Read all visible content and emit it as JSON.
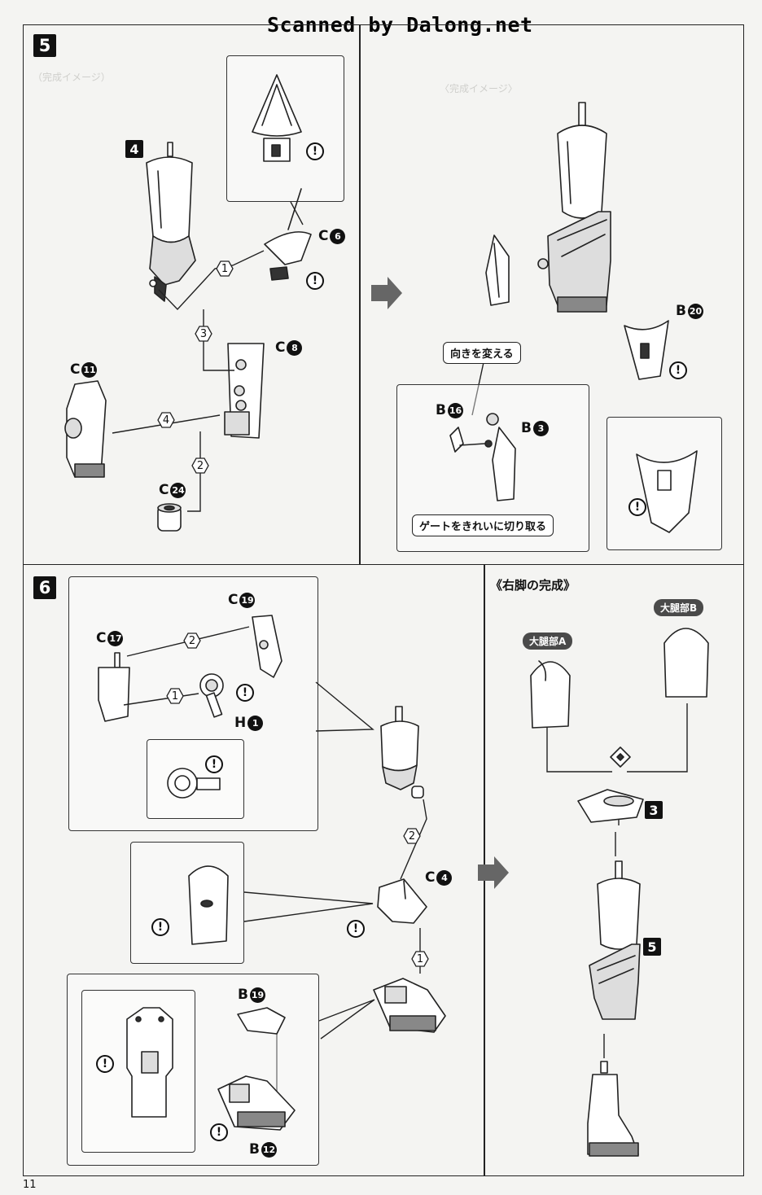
{
  "watermark": "Scanned by Dalong.net",
  "page_number": "11",
  "step5": {
    "number": "5",
    "sub_ref": "4",
    "parts": {
      "c6": {
        "letter": "C",
        "num": "6"
      },
      "c8": {
        "letter": "C",
        "num": "8"
      },
      "c11": {
        "letter": "C",
        "num": "11"
      },
      "c24": {
        "letter": "C",
        "num": "24"
      },
      "b20": {
        "letter": "B",
        "num": "20"
      },
      "b16": {
        "letter": "B",
        "num": "16"
      },
      "b3": {
        "letter": "B",
        "num": "3"
      }
    },
    "sequence": [
      "1",
      "3",
      "4",
      "2"
    ],
    "notes": {
      "change_direction": "向きを変える",
      "cut_gate": "ゲートをきれいに切り取る"
    }
  },
  "step6": {
    "number": "6",
    "parts": {
      "c19": {
        "letter": "C",
        "num": "19"
      },
      "c17": {
        "letter": "C",
        "num": "17"
      },
      "h1": {
        "letter": "H",
        "num": "1"
      },
      "c4": {
        "letter": "C",
        "num": "4"
      },
      "b19": {
        "letter": "B",
        "num": "19"
      },
      "b12": {
        "letter": "B",
        "num": "12"
      }
    },
    "sequence": [
      "2",
      "1",
      "2",
      "1"
    ],
    "completion": {
      "caption": "《右脚の完成》",
      "thigh_a": "大腿部A",
      "thigh_b": "大腿部B",
      "ref3": "3",
      "ref5": "5"
    }
  },
  "warning_symbol": "!"
}
